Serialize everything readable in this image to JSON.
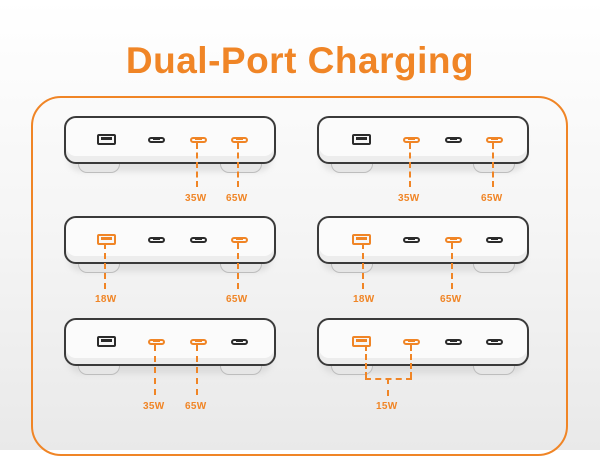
{
  "title": "Dual-Port Charging",
  "colors": {
    "accent": "#f08526",
    "outline": "#2b2b2b"
  },
  "labels": {
    "w35": "35W",
    "w65": "65W",
    "w18": "18W",
    "w15": "15W"
  },
  "configurations": [
    {
      "ports": [
        "USB-A",
        "USB-C1",
        "USB-C2",
        "USB-C3"
      ],
      "active": [
        "USB-C2",
        "USB-C3"
      ],
      "outputs": [
        "35W",
        "65W"
      ]
    },
    {
      "ports": [
        "USB-A",
        "USB-C1",
        "USB-C2",
        "USB-C3"
      ],
      "active": [
        "USB-C1",
        "USB-C3"
      ],
      "outputs": [
        "35W",
        "65W"
      ]
    },
    {
      "ports": [
        "USB-A",
        "USB-C1",
        "USB-C2",
        "USB-C3"
      ],
      "active": [
        "USB-A",
        "USB-C3"
      ],
      "outputs": [
        "18W",
        "65W"
      ]
    },
    {
      "ports": [
        "USB-A",
        "USB-C1",
        "USB-C2",
        "USB-C3"
      ],
      "active": [
        "USB-A",
        "USB-C2"
      ],
      "outputs": [
        "18W",
        "65W"
      ]
    },
    {
      "ports": [
        "USB-A",
        "USB-C1",
        "USB-C2",
        "USB-C3"
      ],
      "active": [
        "USB-C1",
        "USB-C2"
      ],
      "outputs": [
        "35W",
        "65W"
      ]
    },
    {
      "ports": [
        "USB-A",
        "USB-C1",
        "USB-C2",
        "USB-C3"
      ],
      "active": [
        "USB-A",
        "USB-C1"
      ],
      "outputs": [
        "15W"
      ]
    }
  ]
}
